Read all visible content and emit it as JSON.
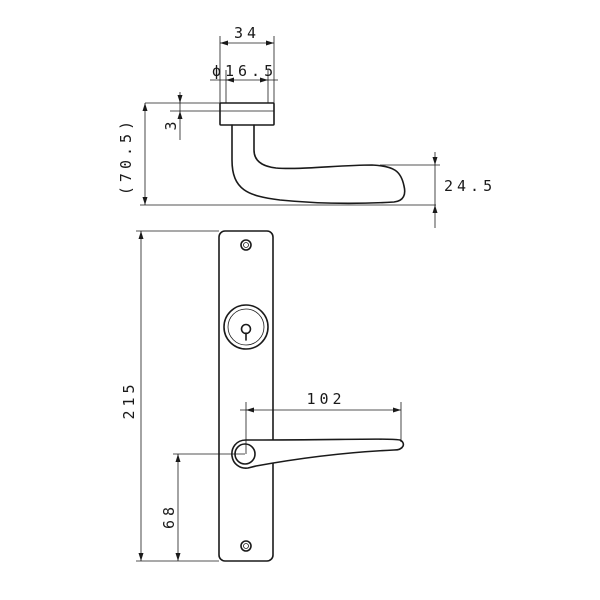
{
  "dimensions": {
    "width_34": "34",
    "diameter_16_5": "16.5",
    "diameter_symbol": "ϕ",
    "rose_height_3": "3",
    "depth_70_5": "(70.5)",
    "lever_drop_24_5": "24.5",
    "plate_length_215": "215",
    "lever_length_102": "102",
    "spindle_height_68": "68"
  }
}
